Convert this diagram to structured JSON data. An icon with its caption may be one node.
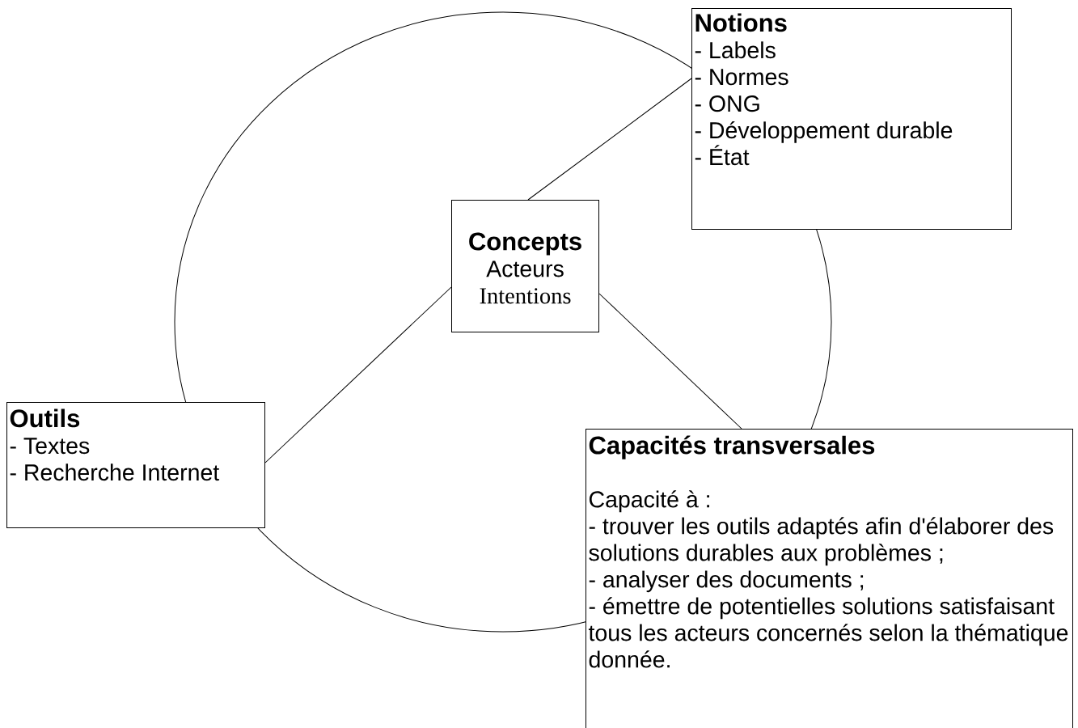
{
  "diagram": {
    "nodes": [
      {
        "text": [
          "Notions",
          "- Labels",
          "- Normes",
          "- ONG",
          "- Développement durable",
          "- État"
        ]
      },
      {
        "text": [
          "Concepts",
          "Acteurs",
          "Intentions"
        ]
      },
      {
        "text": [
          "Outils",
          "- Textes",
          "- Recherche Internet"
        ]
      },
      {
        "text": [
          "Capacités transversales",
          "Capacité à :",
          "- trouver les outils adaptés afin d'élaborer des solutions durables aux problèmes ;",
          "- analyser des documents ;",
          "- émettre de potentielles solutions satisfaisant tous les acteurs concernés selon la thématique donnée."
        ]
      }
    ],
    "edges": [
      {
        "from": 1,
        "to": 0,
        "arrow": "none"
      },
      {
        "from": 1,
        "to": 2,
        "arrow": "none"
      },
      {
        "from": 1,
        "to": 3,
        "arrow": "none"
      }
    ]
  }
}
